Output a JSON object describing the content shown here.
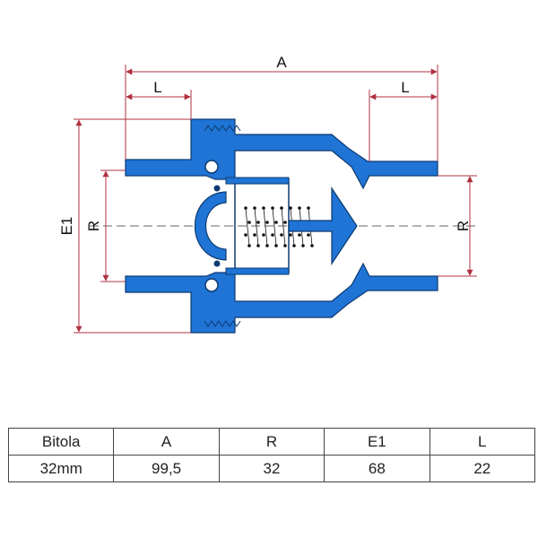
{
  "dimensions": {
    "overall_length": "A",
    "thread_length": "L",
    "outer_diameter": "E1",
    "thread_diameter": "R"
  },
  "colors": {
    "body_fill": "#1f74d6",
    "body_stroke": "#0d3a70",
    "dimension_line": "#b03040",
    "centerline": "#666666"
  },
  "table": {
    "headers": [
      "Bitola",
      "A",
      "R",
      "E1",
      "L"
    ],
    "rows": [
      [
        "32mm",
        "99,5",
        "32",
        "68",
        "22"
      ]
    ]
  }
}
